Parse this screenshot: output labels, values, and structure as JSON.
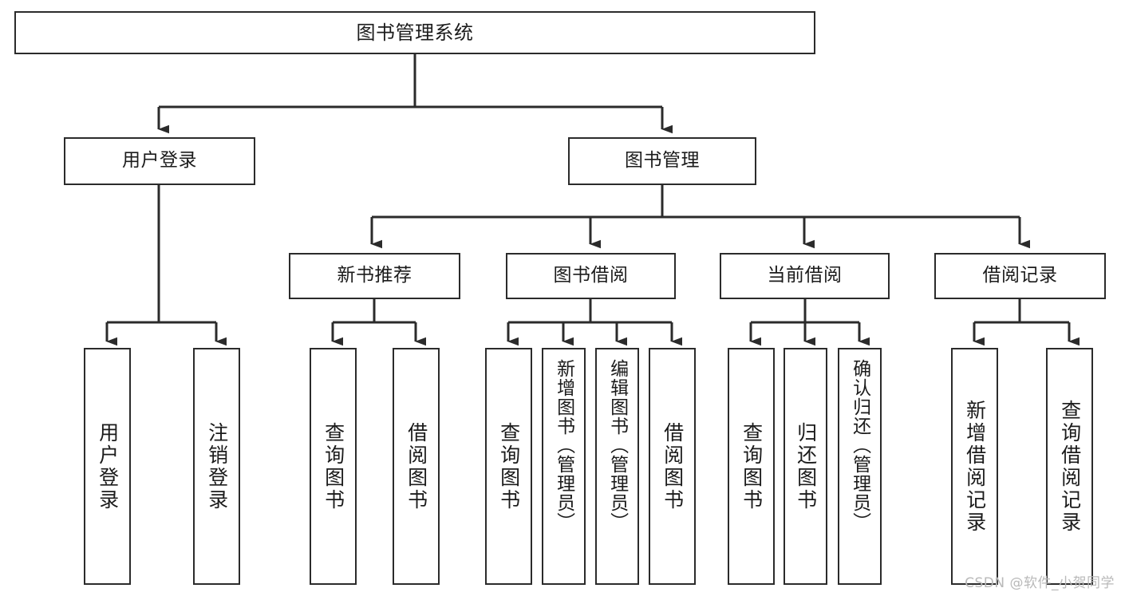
{
  "diagram": {
    "type": "tree",
    "title": "图书管理系统",
    "orientation": "top-down",
    "colors": {
      "box_border": "#2b2b2b",
      "box_fill": "#ffffff",
      "edge": "#2b2b2b",
      "text": "#1b1b1b",
      "watermark": "#b9b9b9",
      "background": "#ffffff"
    },
    "root": {
      "label": "图书管理系统"
    },
    "level2": [
      {
        "id": "user-login",
        "label": "用户登录"
      },
      {
        "id": "book-management",
        "label": "图书管理"
      }
    ],
    "level3": [
      {
        "id": "new-book-recommend",
        "label": "新书推荐"
      },
      {
        "id": "book-borrow",
        "label": "图书借阅"
      },
      {
        "id": "current-borrow",
        "label": "当前借阅"
      },
      {
        "id": "borrow-record",
        "label": "借阅记录"
      }
    ],
    "leaves": {
      "user_login": [
        {
          "id": "leaf-user-login",
          "label": "用户登录"
        },
        {
          "id": "leaf-logout-login",
          "label": "注销登录"
        }
      ],
      "new_book_recommend": [
        {
          "id": "leaf-query-book-1",
          "label": "查询图书"
        },
        {
          "id": "leaf-borrow-book-1",
          "label": "借阅图书"
        }
      ],
      "book_borrow": [
        {
          "id": "leaf-query-book-2",
          "label": "查询图书"
        },
        {
          "id": "leaf-add-book",
          "label": "新增图书（管理员）"
        },
        {
          "id": "leaf-edit-book",
          "label": "编辑图书（管理员）"
        },
        {
          "id": "leaf-borrow-book-2",
          "label": "借阅图书"
        }
      ],
      "current_borrow": [
        {
          "id": "leaf-query-book-3",
          "label": "查询图书"
        },
        {
          "id": "leaf-return-book",
          "label": "归还图书"
        },
        {
          "id": "leaf-confirm-return",
          "label": "确认归还（管理员）"
        }
      ],
      "borrow_record": [
        {
          "id": "leaf-add-record",
          "label": "新增借阅记录"
        },
        {
          "id": "leaf-query-record",
          "label": "查询借阅记录"
        }
      ]
    }
  },
  "watermark": {
    "text": "CSDN @软件_小贺同学"
  }
}
